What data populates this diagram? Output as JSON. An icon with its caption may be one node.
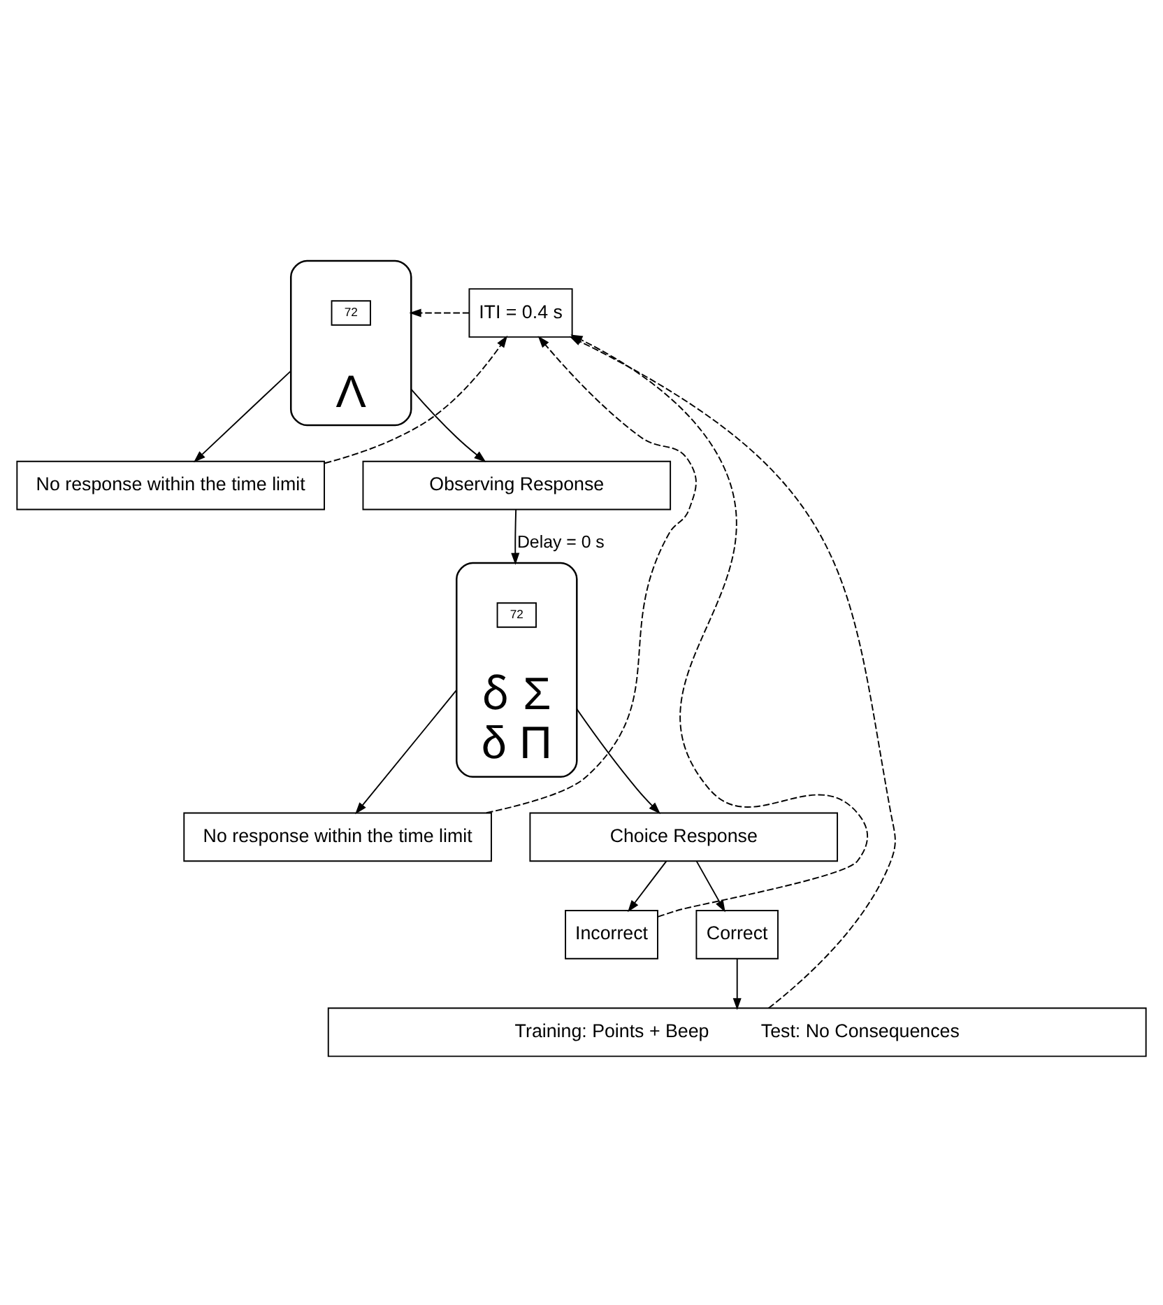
{
  "diagram": {
    "nodes": [
      {
        "text": [
          "Λ"
        ]
      },
      {
        "text": [
          "72"
        ],
        "in": 0
      },
      {
        "text": [
          "ITI = 0.4 s"
        ]
      },
      {
        "text": [
          "No response within the time limit"
        ]
      },
      {
        "text": [
          "Observing Response"
        ]
      },
      {
        "text": [
          "ẟ Σ",
          "δ Π"
        ]
      },
      {
        "text": [
          "72"
        ],
        "in": 5
      },
      {
        "text": [
          "No response within the time limit"
        ]
      },
      {
        "text": [
          "Choice Response"
        ]
      },
      {
        "text": [
          "Incorrect"
        ]
      },
      {
        "text": [
          "Correct"
        ]
      },
      {
        "text": [
          "Training: Points + Beep",
          "Test: No Consequences"
        ]
      }
    ],
    "edges": [
      {
        "from": 0,
        "to": 3,
        "arrow": "to"
      },
      {
        "from": 0,
        "to": 4,
        "arrow": "to"
      },
      {
        "from": 2,
        "to": 0,
        "arrow": "to",
        "style": "dashed"
      },
      {
        "from": 3,
        "to": 2,
        "arrow": "to",
        "style": "dashed"
      },
      {
        "from": 4,
        "to": 5,
        "arrow": "to",
        "label": "Delay = 0 s"
      },
      {
        "from": 5,
        "to": 7,
        "arrow": "to"
      },
      {
        "from": 5,
        "to": 8,
        "arrow": "to"
      },
      {
        "from": 7,
        "to": 2,
        "arrow": "to",
        "style": "dashed"
      },
      {
        "from": 8,
        "to": 9,
        "arrow": "to"
      },
      {
        "from": 8,
        "to": 10,
        "arrow": "to"
      },
      {
        "from": 9,
        "to": 2,
        "arrow": "to",
        "style": "dashed"
      },
      {
        "from": 10,
        "to": 11,
        "arrow": "to"
      },
      {
        "from": 11,
        "to": 2,
        "arrow": "to",
        "style": "dashed"
      }
    ]
  }
}
